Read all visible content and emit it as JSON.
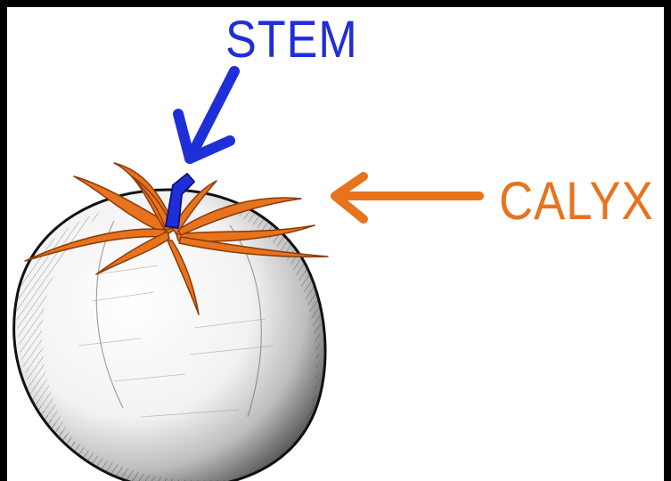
{
  "labels": {
    "stem": "STEM",
    "calyx": "CALYX"
  },
  "colors": {
    "stem": "#1f2fd8",
    "calyx": "#e8731e",
    "ink": "#1a1a1a",
    "frame": "#000000",
    "background": "#ffffff"
  },
  "icons": {
    "stem_pointer": "arrow-down-left",
    "calyx_pointer": "arrow-left"
  }
}
